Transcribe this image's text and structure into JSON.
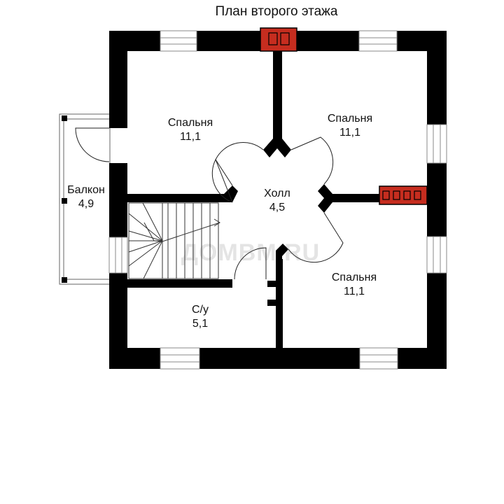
{
  "title": "План второго этажа",
  "watermark": "ДОМВМ.RU",
  "rooms": [
    {
      "name": "Спальня",
      "area": "11,1"
    },
    {
      "name": "Спальня",
      "area": "11,1"
    },
    {
      "name": "Холл",
      "area": "4,5"
    },
    {
      "name": "Спальня",
      "area": "11,1"
    },
    {
      "name": "С/у",
      "area": "5,1"
    },
    {
      "name": "Балкон",
      "area": "4,9"
    }
  ],
  "colors": {
    "wall": "#000000",
    "chimney": "#c62d1f",
    "line": "#222222"
  }
}
